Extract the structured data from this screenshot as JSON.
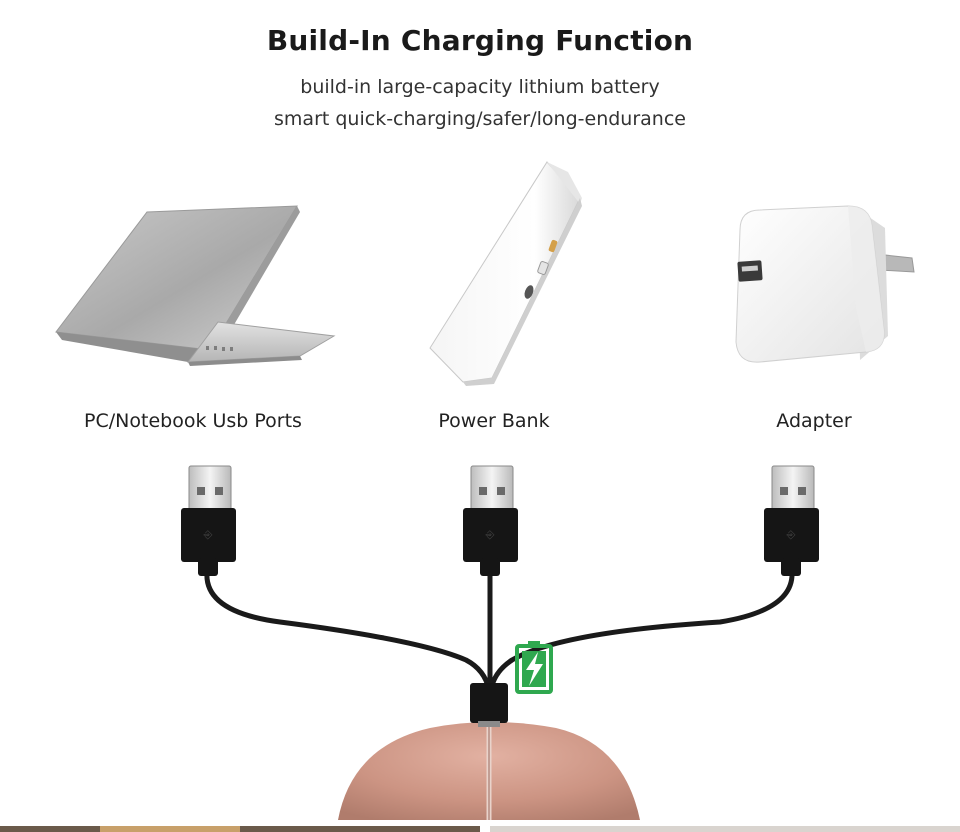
{
  "header": {
    "title": "Build-In Charging Function",
    "line1": "build-in large-capacity lithium battery",
    "line2": "smart quick-charging/safer/long-endurance"
  },
  "sources": [
    {
      "label": "PC/Notebook Usb Ports",
      "icon": "laptop-icon"
    },
    {
      "label": "Power Bank",
      "icon": "power-bank-icon"
    },
    {
      "label": "Adapter",
      "icon": "adapter-icon"
    }
  ],
  "colors": {
    "cable": "#1a1a1a",
    "battery": "#2fa84f",
    "mouse": "#cc9483",
    "background": "#ffffff"
  }
}
